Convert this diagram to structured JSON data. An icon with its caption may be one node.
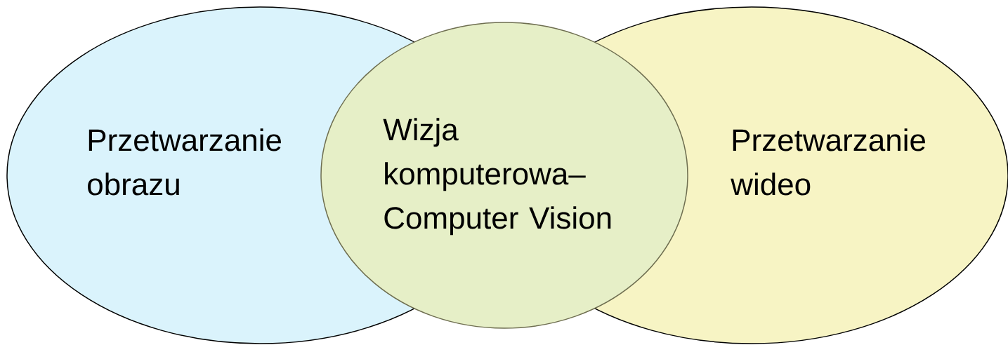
{
  "diagram": {
    "nodes": [
      {
        "text": [
          "Przetwarzanie obrazu"
        ]
      },
      {
        "text": [
          "Wizja komputerowa– Computer Vision"
        ]
      },
      {
        "text": [
          "Przetwarzanie wideo"
        ]
      }
    ]
  }
}
